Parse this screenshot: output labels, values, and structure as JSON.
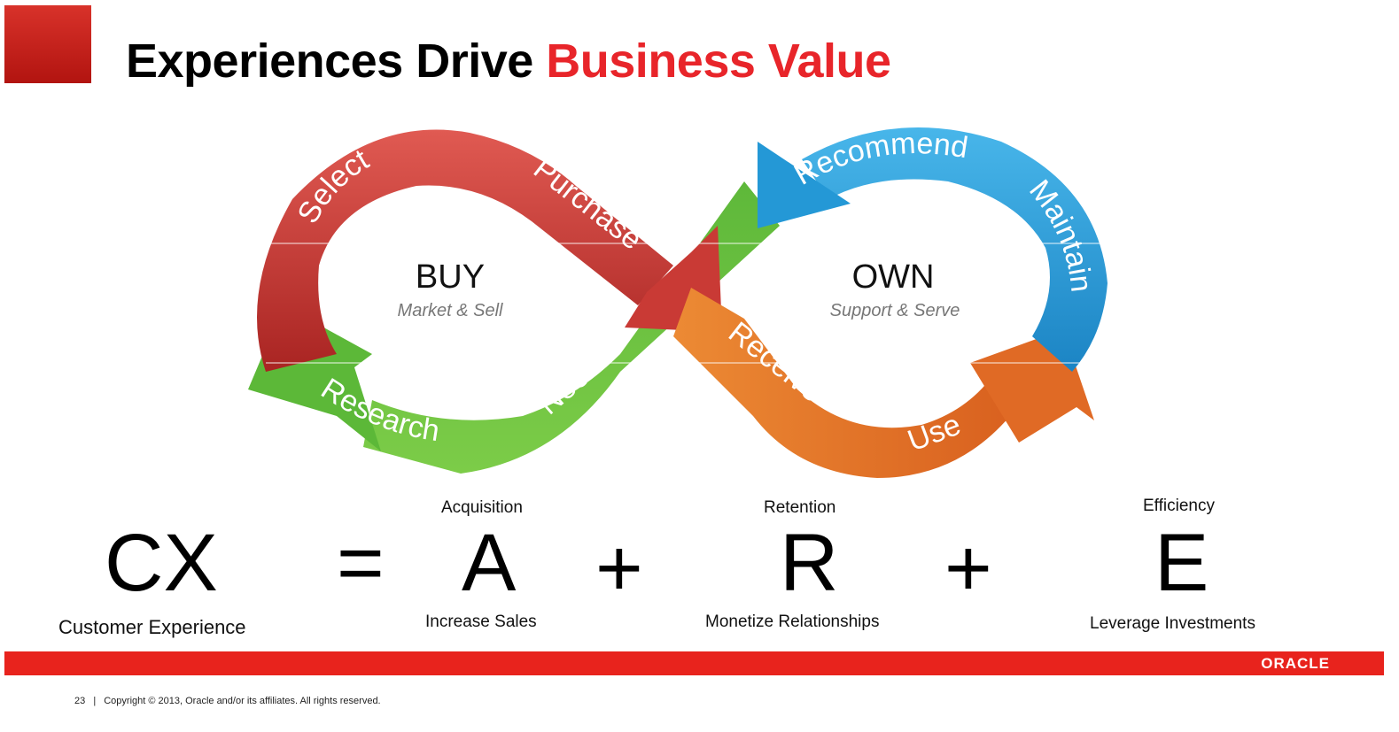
{
  "slide": {
    "title_main": "Experiences Drive ",
    "title_accent": "Business Value"
  },
  "diagram": {
    "buy_label": "BUY",
    "buy_sub": "Market & Sell",
    "own_label": "OWN",
    "own_sub": "Support & Serve",
    "stages": {
      "select": "Select",
      "purchase": "Purchase",
      "research": "Research",
      "need": "Need",
      "receive": "Receive",
      "use": "Use",
      "recommend": "Recommend",
      "maintain": "Maintain"
    },
    "colors": {
      "red": "#d0403b",
      "green": "#6cbf3f",
      "orange": "#e8722a",
      "blue": "#2a9fd8"
    }
  },
  "equation": {
    "cx": "CX",
    "cx_caption": "Customer Experience",
    "equals": "=",
    "a": "A",
    "a_top": "Acquisition",
    "a_caption": "Increase Sales",
    "plus1": "+",
    "r": "R",
    "r_top": "Retention",
    "r_caption": "Monetize Relationships",
    "plus2": "+",
    "e": "E",
    "e_top": "Efficiency",
    "e_caption": "Leverage Investments"
  },
  "footer": {
    "brand": "ORACLE",
    "page_number": "23",
    "separator": "|",
    "copyright": "Copyright © 2013, Oracle and/or its affiliates. All rights reserved."
  }
}
